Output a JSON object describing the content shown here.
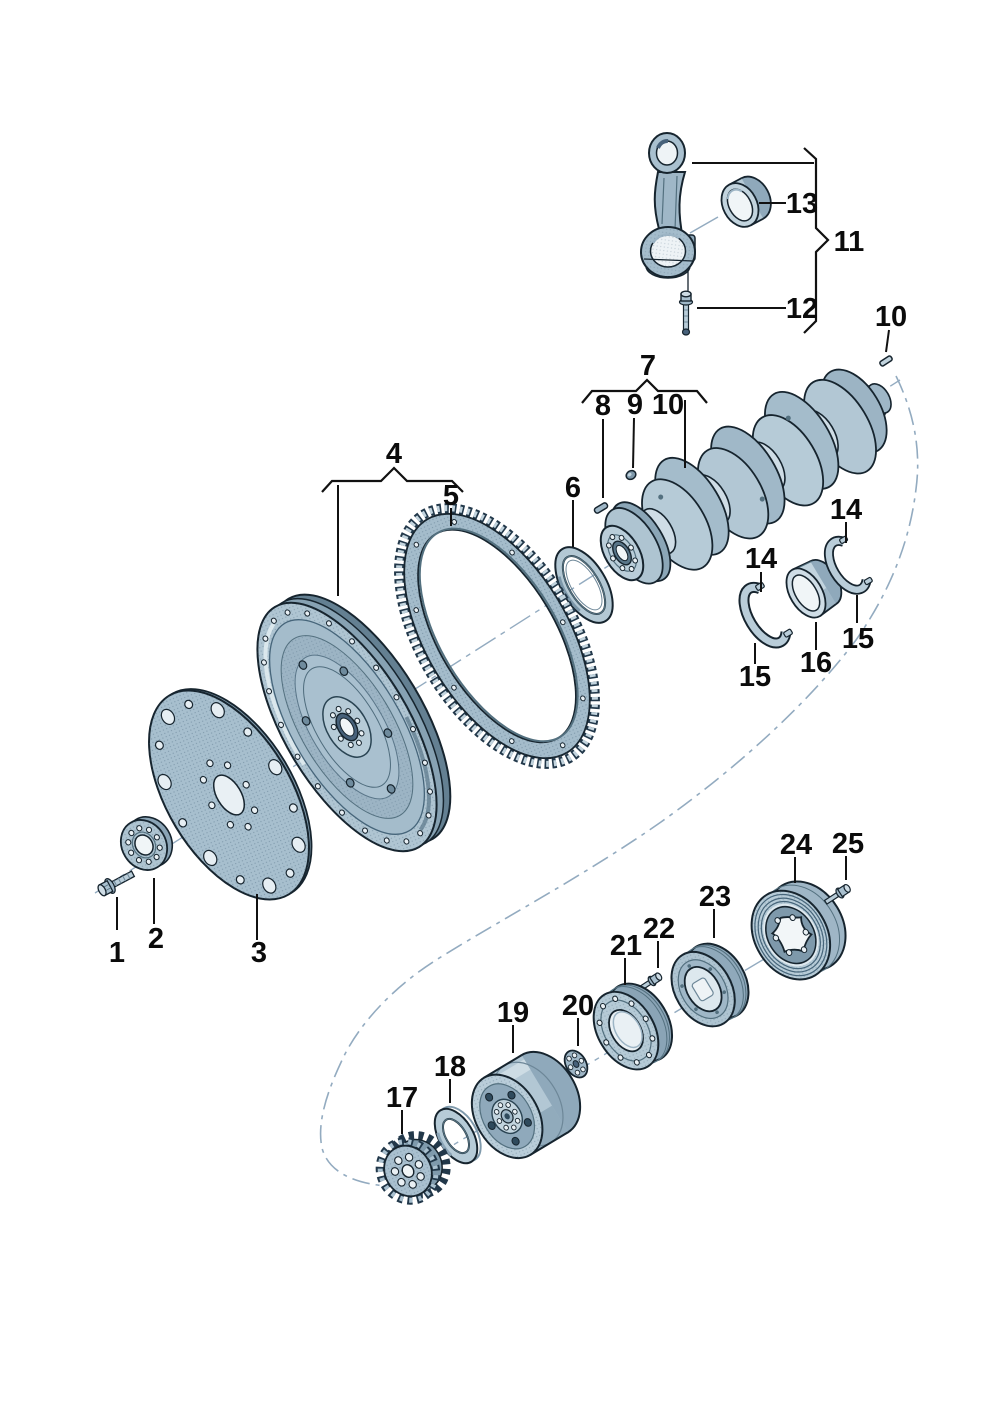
{
  "figure": {
    "kind": "exploded-parts-diagram",
    "subject": "crankshaft-flywheel-pulley-assembly",
    "background_color": "#ffffff",
    "part_fill_color": "#a9c0cf",
    "part_light_color": "#cfdde6",
    "part_shadow_color": "#6f8b9d",
    "outline_color": "#16242e",
    "callout_text_color": "#0b0b0b",
    "centerline_color": "#93abc0"
  },
  "callouts": [
    {
      "label": "1"
    },
    {
      "label": "2"
    },
    {
      "label": "3"
    },
    {
      "label": "4"
    },
    {
      "label": "5"
    },
    {
      "label": "6"
    },
    {
      "label": "7"
    },
    {
      "label": "8"
    },
    {
      "label": "9"
    },
    {
      "label": "10"
    },
    {
      "label": "10"
    },
    {
      "label": "11"
    },
    {
      "label": "12"
    },
    {
      "label": "13"
    },
    {
      "label": "14"
    },
    {
      "label": "15"
    },
    {
      "label": "16"
    },
    {
      "label": "14"
    },
    {
      "label": "15"
    },
    {
      "label": "17"
    },
    {
      "label": "18"
    },
    {
      "label": "19"
    },
    {
      "label": "20"
    },
    {
      "label": "21"
    },
    {
      "label": "22"
    },
    {
      "label": "23"
    },
    {
      "label": "24"
    },
    {
      "label": "25"
    }
  ]
}
